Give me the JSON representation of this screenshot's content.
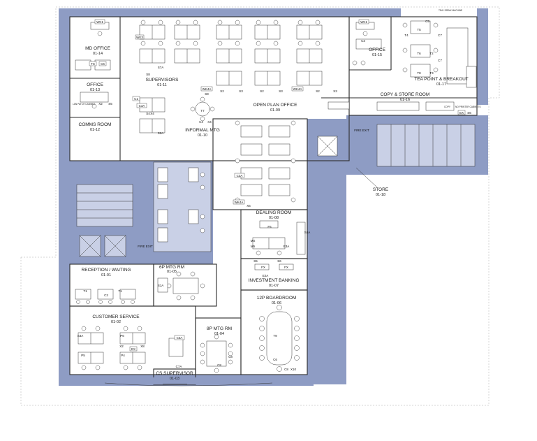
{
  "rooms": {
    "md_office": {
      "name": "MD OFFICE",
      "number": "01-14"
    },
    "office_13": {
      "name": "OFFICE",
      "number": "01-13"
    },
    "comms": {
      "name": "COMMS ROOM",
      "number": "01-12"
    },
    "supervisors": {
      "name": "SUPERVISORS",
      "number": "01-11"
    },
    "informal_mtg": {
      "name": "INFORMAL MTG",
      "number": "01-10"
    },
    "open_plan": {
      "name": "OPEN PLAN OFFICE",
      "number": "01-09"
    },
    "office_15": {
      "name": "OFFICE",
      "number": "01-15"
    },
    "teapoint": {
      "name": "TEA POINT & BREAKOUT",
      "number": "01-17"
    },
    "copy_store": {
      "name": "COPY & STORE ROOM",
      "number": "01-16"
    },
    "store": {
      "name": "STORE",
      "number": "01-18"
    },
    "dealing": {
      "name": "DEALING ROOM",
      "number": "01-08"
    },
    "investment": {
      "name": "INVESTMENT BANKING",
      "number": "01-07"
    },
    "reception": {
      "name": "RECEPTION / WAITING",
      "number": "01-01"
    },
    "mtg6": {
      "name": "6P MTG RM",
      "number": "01-05"
    },
    "boardroom": {
      "name": "12P BOARDROOM",
      "number": "01-06"
    },
    "customer": {
      "name": "CUSTOMER SERVICE",
      "number": "01-02"
    },
    "mtg8": {
      "name": "8P MTG RM",
      "number": "01-04"
    },
    "cs_supervisor": {
      "name": "CS SUPERVISOR",
      "number": "01-03"
    }
  },
  "labels": {
    "fire_exit_1": "FIRE EXIT",
    "fire_exit_2": "FIRE EXIT",
    "comms_note": "LAN PATCH CABINET",
    "tea_note": "TEA / DRINK MACHINE",
    "copy_note": "COPY",
    "copy_note2": "NO PRINTER CABINETS"
  },
  "tags": {
    "wk1": "WK1",
    "wk4a": "WK4A",
    "s2": "S2",
    "s3": "S3",
    "s4": "S4",
    "s5": "S5",
    "s6": "S6",
    "s8": "S8",
    "s9": "S9",
    "c1": "C1",
    "c2": "C2",
    "c3": "C3",
    "c3a": "C3A",
    "c4": "C4",
    "c5": "C5",
    "c6": "C6",
    "c7": "C7",
    "c8": "C8",
    "ts": "TS",
    "t1": "T1",
    "t2": "T2",
    "t3": "T3",
    "t4": "T4",
    "t5": "T5",
    "t6": "T6",
    "t7": "T7",
    "t8": "T8",
    "t9": "T9",
    "x2": "X2",
    "x4": "X4",
    "x6": "X6",
    "x8": "X8",
    "x10": "X10",
    "ex": "EX",
    "fx": "FX",
    "p4": "P4",
    "p5": "P5",
    "p6": "P6",
    "s1a": "S1A",
    "s2a": "S2A",
    "s3a": "S3A",
    "s4a": "S4A",
    "s7a": "S7A",
    "e2a": "E2A",
    "e3a": "E3A",
    "c7a": "C7A",
    "wk3": "WK3",
    "m5": "M5",
    "ms": "MS",
    "f5": "F5",
    "s5b": "S5"
  }
}
